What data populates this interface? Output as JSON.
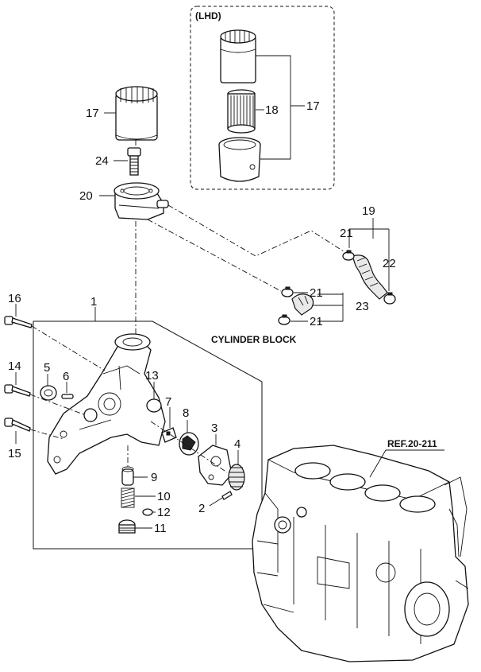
{
  "labels": {
    "lhd": "(LHD)",
    "cylinder_block": "CYLINDER BLOCK",
    "ref": "REF.20-211"
  },
  "callouts": {
    "c17a": "17",
    "c17b": "17",
    "c18": "18",
    "c24": "24",
    "c20": "20",
    "c19": "19",
    "c21a": "21",
    "c22": "22",
    "c21b": "21",
    "c23": "23",
    "c21c": "21",
    "c16": "16",
    "c1": "1",
    "c14": "14",
    "c5": "5",
    "c6": "6",
    "c13": "13",
    "c7": "7",
    "c8": "8",
    "c3": "3",
    "c4": "4",
    "c15": "15",
    "c9": "9",
    "c10": "10",
    "c12": "12",
    "c2": "2",
    "c11": "11"
  }
}
